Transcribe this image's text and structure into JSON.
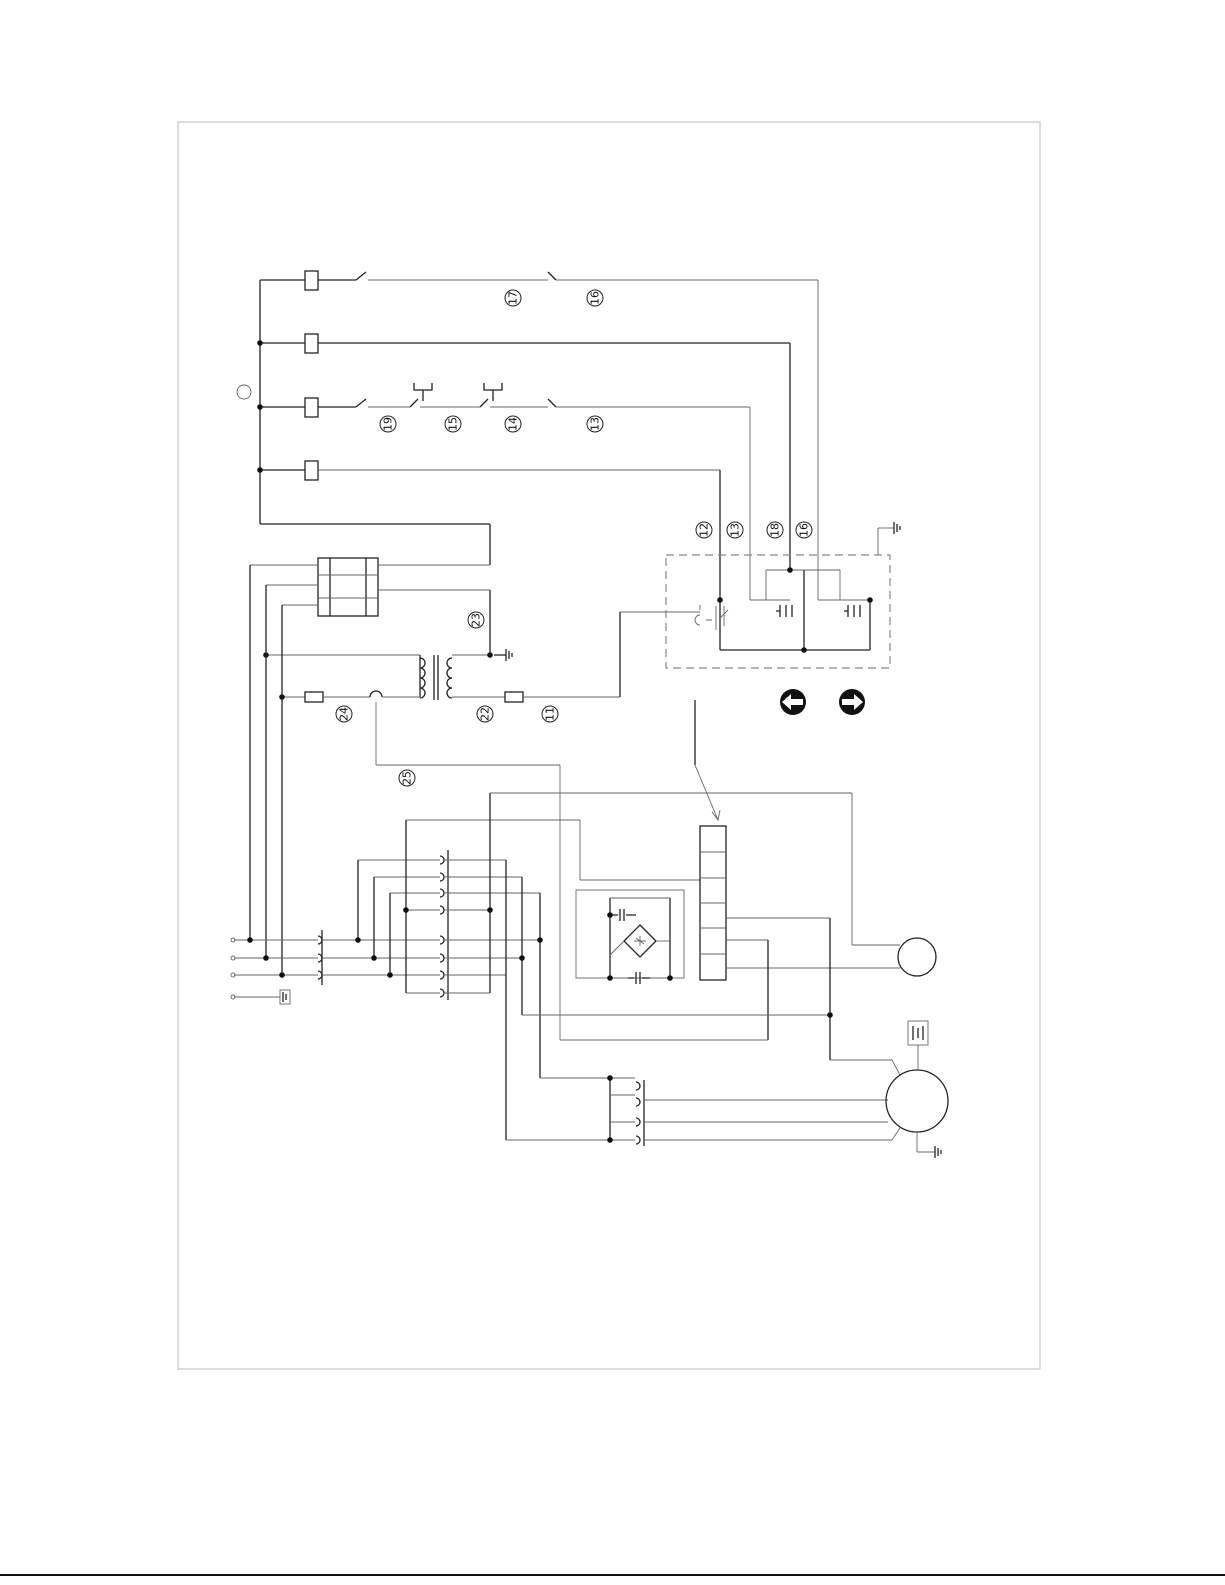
{
  "labels": {
    "l17": "17",
    "l16a": "16",
    "l19": "19",
    "l15": "15",
    "l14": "14",
    "l13a": "13",
    "l12": "12",
    "l13b": "13",
    "l18": "18",
    "l16b": "16",
    "l23": "23",
    "l24": "24",
    "l22": "22",
    "l11": "11",
    "l25": "25"
  },
  "icons": {
    "direction_left": "arrow-left-icon",
    "direction_right": "arrow-right-icon",
    "ground": "ground-icon",
    "motor": "motor-icon"
  }
}
